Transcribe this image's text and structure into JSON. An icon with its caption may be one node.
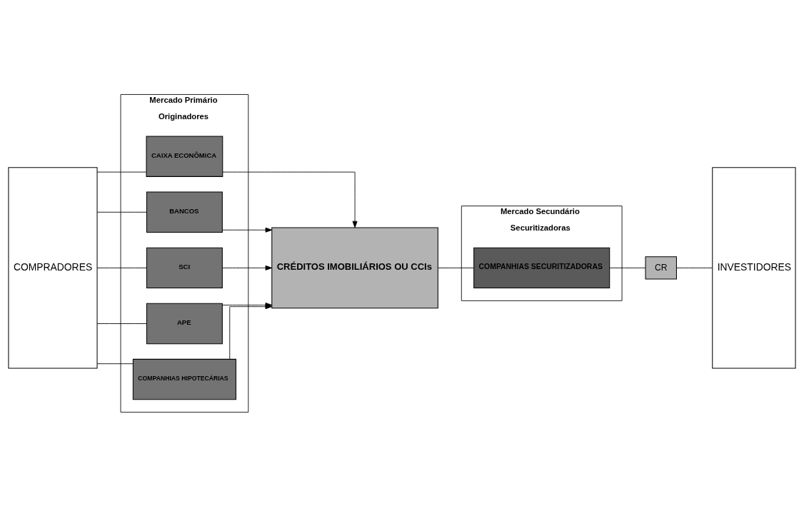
{
  "diagram": {
    "nodes": [
      {
        "text": [
          "COMPRADORES"
        ]
      },
      {
        "text": [
          "Mercado Primário",
          "Originadores"
        ]
      },
      {
        "text": [
          "CAIXA ECONÔMICA"
        ],
        "in": 1
      },
      {
        "text": [
          "BANCOS"
        ],
        "in": 1
      },
      {
        "text": [
          "SCI"
        ],
        "in": 1
      },
      {
        "text": [
          "APE"
        ],
        "in": 1
      },
      {
        "text": [
          "COMPANHIAS HIPOTECÁRIAS"
        ],
        "in": 1
      },
      {
        "text": [
          "CRÉDITOS IMOBILIÁRIOS OU CCIs"
        ]
      },
      {
        "text": [
          "Mercado Secundário",
          "Securitizadoras"
        ]
      },
      {
        "text": [
          "COMPANHIAS SECURITIZADORAS"
        ],
        "in": 8
      },
      {
        "text": [
          "CR"
        ]
      },
      {
        "text": [
          "INVESTIDORES"
        ]
      }
    ],
    "edges": [
      {
        "from": 0,
        "to": 2,
        "arrow": "none"
      },
      {
        "from": 0,
        "to": 3,
        "arrow": "none"
      },
      {
        "from": 0,
        "to": 4,
        "arrow": "none"
      },
      {
        "from": 0,
        "to": 5,
        "arrow": "none"
      },
      {
        "from": 0,
        "to": 6,
        "arrow": "none"
      },
      {
        "from": 2,
        "to": 7,
        "arrow": "to"
      },
      {
        "from": 3,
        "to": 7,
        "arrow": "to"
      },
      {
        "from": 4,
        "to": 7,
        "arrow": "to"
      },
      {
        "from": 5,
        "to": 7,
        "arrow": "to"
      },
      {
        "from": 6,
        "to": 7,
        "arrow": "to"
      },
      {
        "from": 7,
        "to": 9,
        "arrow": "none"
      },
      {
        "from": 9,
        "to": 10,
        "arrow": "none"
      },
      {
        "from": 10,
        "to": 11,
        "arrow": "none"
      }
    ]
  }
}
